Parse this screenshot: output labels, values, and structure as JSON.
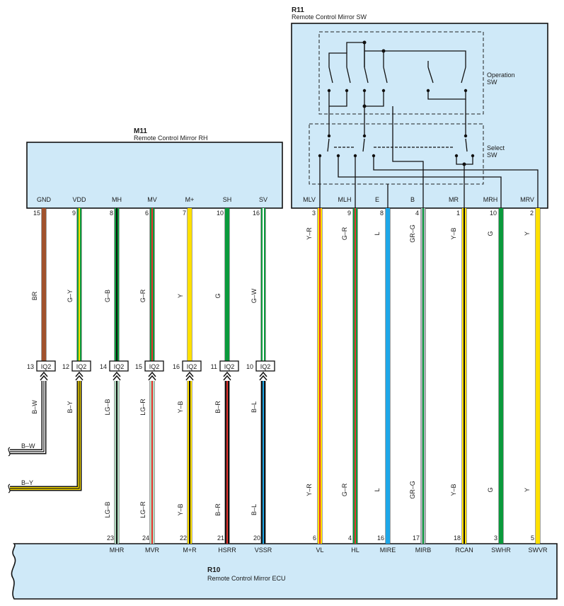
{
  "components": {
    "M11": {
      "code": "M11",
      "name": "Remote Control Mirror RH"
    },
    "R11": {
      "code": "R11",
      "name": "Remote Control Mirror SW",
      "operation_sw": [
        "Operation",
        "SW"
      ],
      "select_sw": [
        "Select",
        "SW"
      ]
    },
    "R10": {
      "code": "R10",
      "name": "Remote Control Mirror ECU"
    }
  },
  "connector_label": "IQ2",
  "colors": {
    "BR": "#a0522d",
    "B": "#111111",
    "W": "#ffffff",
    "G": "#0a9a3c",
    "Y": "#ffe000",
    "LG": "#b0dcc0",
    "R": "#e8332f",
    "L": "#1ea7e8",
    "GR": "#a9b2b6",
    "box_fill": "#cfe9f8"
  },
  "m11_wires": [
    {
      "id": "gnd",
      "pin_name": "GND",
      "pin": "15",
      "color": "BR",
      "ic_pin": "13",
      "lower_color": "B-W",
      "ecu_pin": "",
      "ecu_name": "",
      "mid_label": "B–W",
      "bot_label": ""
    },
    {
      "id": "vdd",
      "pin_name": "VDD",
      "pin": "9",
      "color": "G-Y",
      "ic_pin": "12",
      "lower_color": "B-Y",
      "ecu_pin": "",
      "ecu_name": "",
      "mid_label": "B–Y",
      "bot_label": ""
    },
    {
      "id": "mh",
      "pin_name": "MH",
      "pin": "8",
      "color": "G-B",
      "ic_pin": "14",
      "lower_color": "LG-B",
      "ecu_pin": "23",
      "ecu_name": "MHR",
      "mid_label": "LG–B",
      "bot_label": "LG–B"
    },
    {
      "id": "mv",
      "pin_name": "MV",
      "pin": "6",
      "color": "G-R",
      "ic_pin": "15",
      "lower_color": "LG-R",
      "ecu_pin": "24",
      "ecu_name": "MVR",
      "mid_label": "LG–R",
      "bot_label": "LG–R"
    },
    {
      "id": "mplus",
      "pin_name": "M+",
      "pin": "7",
      "color": "Y",
      "ic_pin": "16",
      "lower_color": "Y-B",
      "ecu_pin": "22",
      "ecu_name": "M+R",
      "mid_label": "Y–B",
      "bot_label": "Y–B"
    },
    {
      "id": "sh",
      "pin_name": "SH",
      "pin": "10",
      "color": "G",
      "ic_pin": "11",
      "lower_color": "B-R",
      "ecu_pin": "21",
      "ecu_name": "HSRR",
      "mid_label": "B–R",
      "bot_label": "B–R"
    },
    {
      "id": "sv",
      "pin_name": "SV",
      "pin": "16",
      "color": "G-W",
      "ic_pin": "10",
      "lower_color": "B-L",
      "ecu_pin": "20",
      "ecu_name": "VSSR",
      "mid_label": "B–L",
      "bot_label": "B–L"
    }
  ],
  "m11_upper_labels": [
    "BR",
    "G–Y",
    "G–B",
    "G–R",
    "Y",
    "G",
    "G–W"
  ],
  "r11_wires": [
    {
      "id": "mlv",
      "pin_name": "MLV",
      "pin": "3",
      "color": "Y-R",
      "label": "Y–R",
      "ecu_pin": "6",
      "ecu_name": "VL"
    },
    {
      "id": "mlh",
      "pin_name": "MLH",
      "pin": "9",
      "color": "G-R",
      "label": "G–R",
      "ecu_pin": "4",
      "ecu_name": "HL"
    },
    {
      "id": "e",
      "pin_name": "E",
      "pin": "8",
      "color": "L",
      "label": "L",
      "ecu_pin": "16",
      "ecu_name": "MIRE"
    },
    {
      "id": "b",
      "pin_name": "B",
      "pin": "4",
      "color": "GR-G",
      "label": "GR–G",
      "ecu_pin": "17",
      "ecu_name": "MIRB"
    },
    {
      "id": "mr",
      "pin_name": "MR",
      "pin": "1",
      "color": "Y-B",
      "label": "Y–B",
      "ecu_pin": "18",
      "ecu_name": "RCAN"
    },
    {
      "id": "mrh",
      "pin_name": "MRH",
      "pin": "10",
      "color": "G",
      "label": "G",
      "ecu_pin": "3",
      "ecu_name": "SWHR"
    },
    {
      "id": "mrv",
      "pin_name": "MRV",
      "pin": "2",
      "color": "Y",
      "label": "Y",
      "ecu_pin": "5",
      "ecu_name": "SWVR"
    }
  ],
  "external": [
    {
      "label": "B–W"
    },
    {
      "label": "B–Y"
    }
  ]
}
